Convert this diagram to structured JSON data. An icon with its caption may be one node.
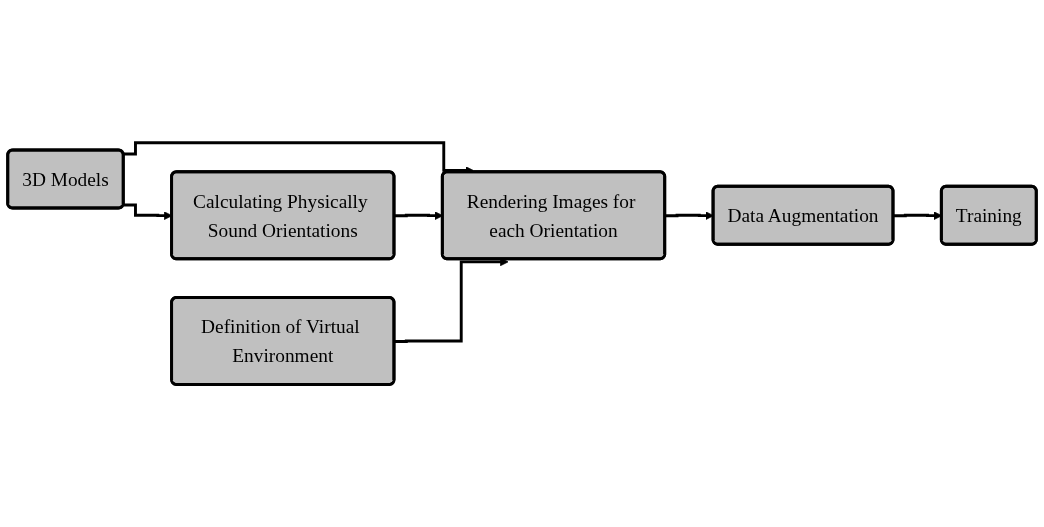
{
  "diagram": {
    "nodes": [
      {
        "text": [
          "3D Models"
        ]
      },
      {
        "text": [
          "Calculating Physically Sound Orientations"
        ]
      },
      {
        "text": [
          "Rendering Images for each Orientation"
        ]
      },
      {
        "text": [
          "Data Augmentation"
        ]
      },
      {
        "text": [
          "Training"
        ]
      },
      {
        "text": [
          "Definition of Virtual Environment"
        ]
      }
    ],
    "edges": [
      {
        "from": 0,
        "to": 1,
        "arrow": "to"
      },
      {
        "from": 0,
        "to": 2,
        "arrow": "to"
      },
      {
        "from": 1,
        "to": 2,
        "arrow": "to"
      },
      {
        "from": 2,
        "to": 3,
        "arrow": "to"
      },
      {
        "from": 3,
        "to": 4,
        "arrow": "to"
      },
      {
        "from": 5,
        "to": 2,
        "arrow": "to"
      }
    ]
  }
}
